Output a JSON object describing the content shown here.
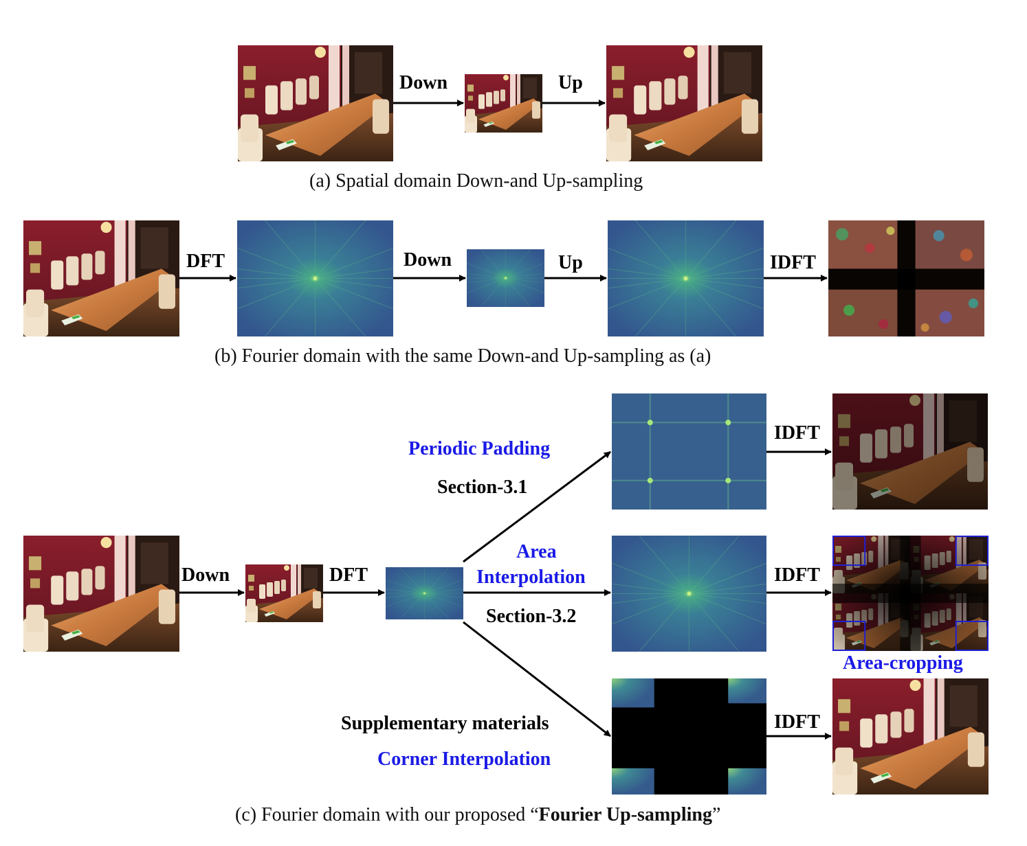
{
  "panel_a": {
    "label_down": "Down",
    "label_up": "Up",
    "caption": "(a) Spatial domain Down-and Up-sampling"
  },
  "panel_b": {
    "label_dft": "DFT",
    "label_down": "Down",
    "label_up": "Up",
    "label_idft": "IDFT",
    "caption": "(b) Fourier domain with the same Down-and Up-sampling as (a)"
  },
  "panel_c": {
    "label_down": "Down",
    "label_dft": "DFT",
    "branch_periodic_method": "Periodic Padding",
    "branch_periodic_section": "Section-3.1",
    "branch_area_method_line1": "Area",
    "branch_area_method_line2": "Interpolation",
    "branch_area_section": "Section-3.2",
    "branch_corner_section": "Supplementary materials",
    "branch_corner_method": "Corner Interpolation",
    "idft_1": "IDFT",
    "idft_2": "IDFT",
    "idft_3": "IDFT",
    "area_cropping": "Area-cropping",
    "caption_prefix": "(c) Fourier domain with our proposed “",
    "caption_bold": "Fourier Up-sampling",
    "caption_suffix": "”"
  },
  "colors": {
    "method_blue": "#1a1ae6",
    "spectrum_base": "#3b6e96",
    "spectrum_center": "#8ed86a",
    "crop_box": "#2020d0"
  }
}
